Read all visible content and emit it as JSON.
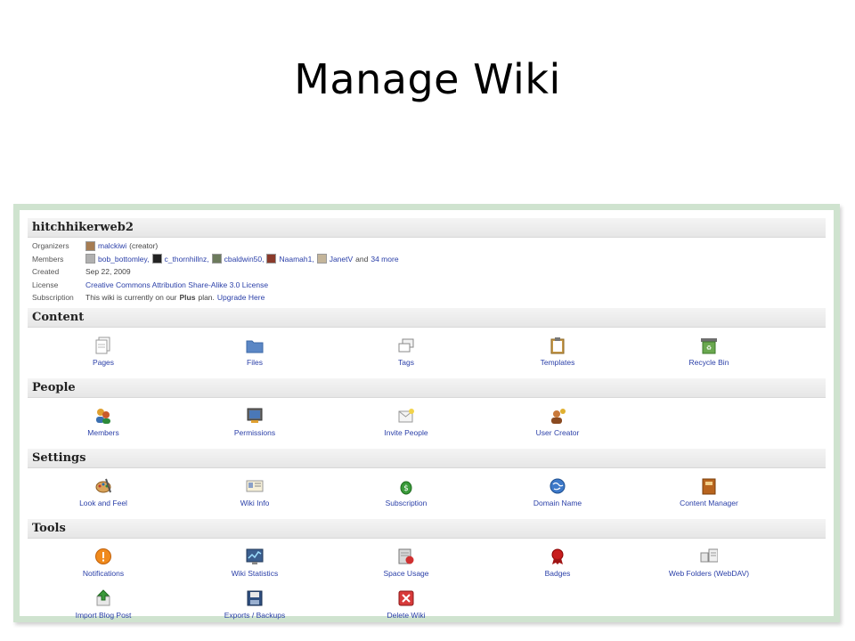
{
  "slide": {
    "title": "Manage Wiki"
  },
  "wiki": {
    "name": "hitchhikerweb2",
    "info": {
      "organizers_label": "Organizers",
      "organizer": "malckiwi",
      "organizer_note": "(creator)",
      "members_label": "Members",
      "members": [
        "bob_bottomley,",
        "c_thornhillnz,",
        "cbaldwin50,",
        "Naamah1,",
        "JanetV"
      ],
      "members_and": "and",
      "members_more": "34 more",
      "created_label": "Created",
      "created": "Sep 22, 2009",
      "license_label": "License",
      "license": "Creative Commons Attribution Share-Alike 3.0 License",
      "subscription_label": "Subscription",
      "subscription_prefix": "This wiki is currently on our",
      "subscription_plan": "Plus",
      "subscription_suffix": "plan.",
      "subscription_link": "Upgrade Here"
    }
  },
  "sections": {
    "content": {
      "title": "Content",
      "items": [
        "Pages",
        "Files",
        "Tags",
        "Templates",
        "Recycle Bin"
      ]
    },
    "people": {
      "title": "People",
      "items": [
        "Members",
        "Permissions",
        "Invite People",
        "User Creator"
      ]
    },
    "settings": {
      "title": "Settings",
      "items": [
        "Look and Feel",
        "Wiki Info",
        "Subscription",
        "Domain Name",
        "Content Manager"
      ]
    },
    "tools": {
      "title": "Tools",
      "items": [
        "Notifications",
        "Wiki Statistics",
        "Space Usage",
        "Badges",
        "Web Folders (WebDAV)",
        "Import Blog Post",
        "Exports / Backups",
        "Delete Wiki"
      ]
    }
  },
  "colors": {
    "link": "#2a3fa8",
    "frame": "#cfe3cf",
    "header_bg": "#ececec"
  }
}
